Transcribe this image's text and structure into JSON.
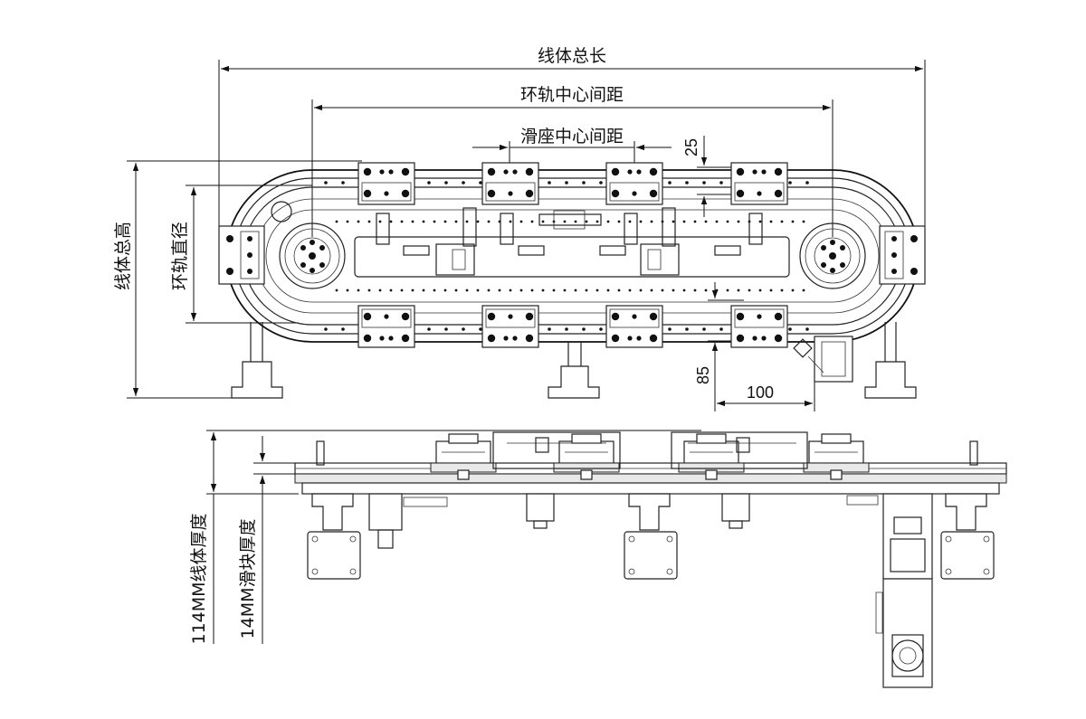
{
  "top_view": {
    "overall_length": "线体总长",
    "ring_center_distance": "环轨中心间距",
    "slider_center_distance": "滑座中心间距",
    "overall_height": "线体总高",
    "ring_diameter": "环轨直径",
    "dim_25": "25",
    "dim_85": "85",
    "dim_100": "100"
  },
  "side_view": {
    "line_thickness": "114MM线体厚度",
    "slider_thickness": "14MM滑块厚度"
  }
}
